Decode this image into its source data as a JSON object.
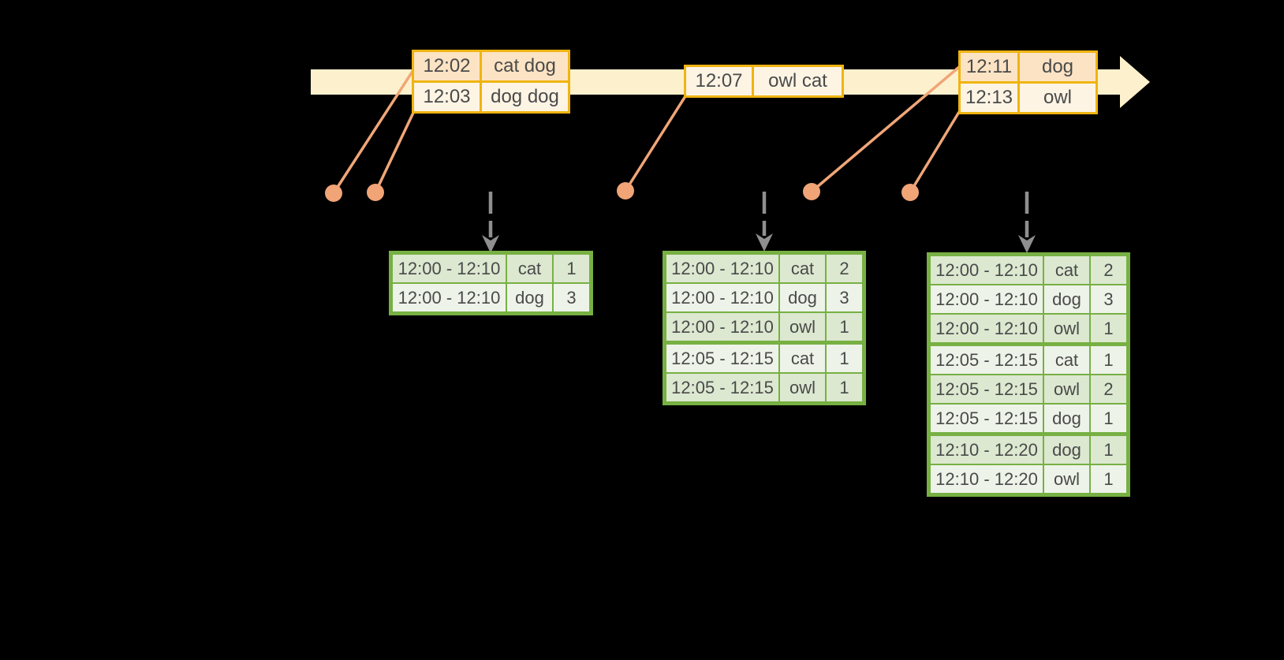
{
  "diagram": {
    "title": "windowed-word-count-timeline",
    "colors": {
      "background": "#000000",
      "timeline_band": "#fdf1cd",
      "event_border": "#f0b411",
      "event_row_dark": "#fbe3c4",
      "event_row_light": "#fdf4e4",
      "connector": "#f0a678",
      "dot": "#f1a476",
      "trigger_arrow": "#8f8f8f",
      "result_border": "#77b043",
      "result_row_dark": "#dce8d0",
      "result_row_light": "#eef3e9",
      "text": "#4a4a4a"
    },
    "event_tables": [
      {
        "name": "events-batch-1",
        "rows": [
          {
            "time": "12:02",
            "words": "cat dog"
          },
          {
            "time": "12:03",
            "words": "dog dog"
          }
        ]
      },
      {
        "name": "events-batch-2",
        "rows": [
          {
            "time": "12:07",
            "words": "owl cat"
          }
        ]
      },
      {
        "name": "events-batch-3",
        "rows": [
          {
            "time": "12:11",
            "words": "dog"
          },
          {
            "time": "12:13",
            "words": "owl"
          }
        ]
      }
    ],
    "result_tables": [
      {
        "name": "counts-after-trigger-1",
        "group_breaks": [],
        "rows": [
          {
            "window": "12:00 - 12:10",
            "word": "cat",
            "count": "1"
          },
          {
            "window": "12:00 - 12:10",
            "word": "dog",
            "count": "3"
          }
        ]
      },
      {
        "name": "counts-after-trigger-2",
        "group_breaks": [
          3
        ],
        "rows": [
          {
            "window": "12:00 - 12:10",
            "word": "cat",
            "count": "2"
          },
          {
            "window": "12:00 - 12:10",
            "word": "dog",
            "count": "3"
          },
          {
            "window": "12:00 - 12:10",
            "word": "owl",
            "count": "1"
          },
          {
            "window": "12:05 - 12:15",
            "word": "cat",
            "count": "1"
          },
          {
            "window": "12:05 - 12:15",
            "word": "owl",
            "count": "1"
          }
        ]
      },
      {
        "name": "counts-after-trigger-3",
        "group_breaks": [
          3,
          6
        ],
        "rows": [
          {
            "window": "12:00 - 12:10",
            "word": "cat",
            "count": "2"
          },
          {
            "window": "12:00 - 12:10",
            "word": "dog",
            "count": "3"
          },
          {
            "window": "12:00 - 12:10",
            "word": "owl",
            "count": "1"
          },
          {
            "window": "12:05 - 12:15",
            "word": "cat",
            "count": "1"
          },
          {
            "window": "12:05 - 12:15",
            "word": "owl",
            "count": "2"
          },
          {
            "window": "12:05 - 12:15",
            "word": "dog",
            "count": "1"
          },
          {
            "window": "12:10 - 12:20",
            "word": "dog",
            "count": "1"
          },
          {
            "window": "12:10 - 12:20",
            "word": "owl",
            "count": "1"
          }
        ]
      }
    ]
  }
}
